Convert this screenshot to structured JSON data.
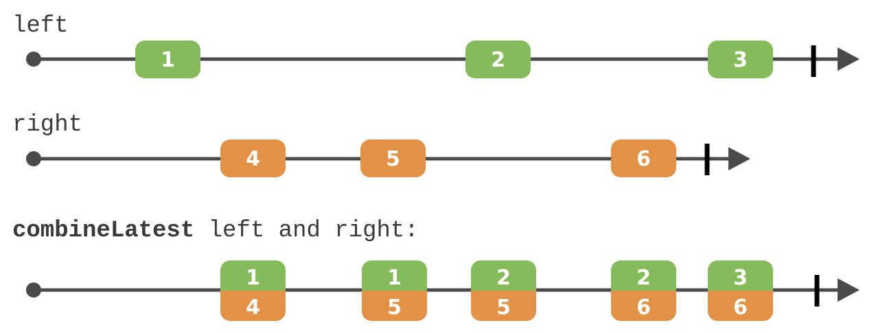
{
  "colors": {
    "left": "#86bb5b",
    "right": "#e29145",
    "axis": "#4a4a4a",
    "completion": "#000000"
  },
  "streams": [
    {
      "id": "left",
      "label": "left",
      "label_bold": "",
      "color_key": "left",
      "events": [
        {
          "value": "1"
        },
        {
          "value": "2"
        },
        {
          "value": "3"
        }
      ]
    },
    {
      "id": "right",
      "label": "right",
      "label_bold": "",
      "color_key": "right",
      "events": [
        {
          "value": "4"
        },
        {
          "value": "5"
        },
        {
          "value": "6"
        }
      ]
    },
    {
      "id": "combined",
      "label": " left and right:",
      "label_bold": "combineLatest",
      "events": [
        {
          "top": "1",
          "bottom": "4"
        },
        {
          "top": "1",
          "bottom": "5"
        },
        {
          "top": "2",
          "bottom": "5"
        },
        {
          "top": "2",
          "bottom": "6"
        },
        {
          "top": "3",
          "bottom": "6"
        }
      ]
    }
  ]
}
